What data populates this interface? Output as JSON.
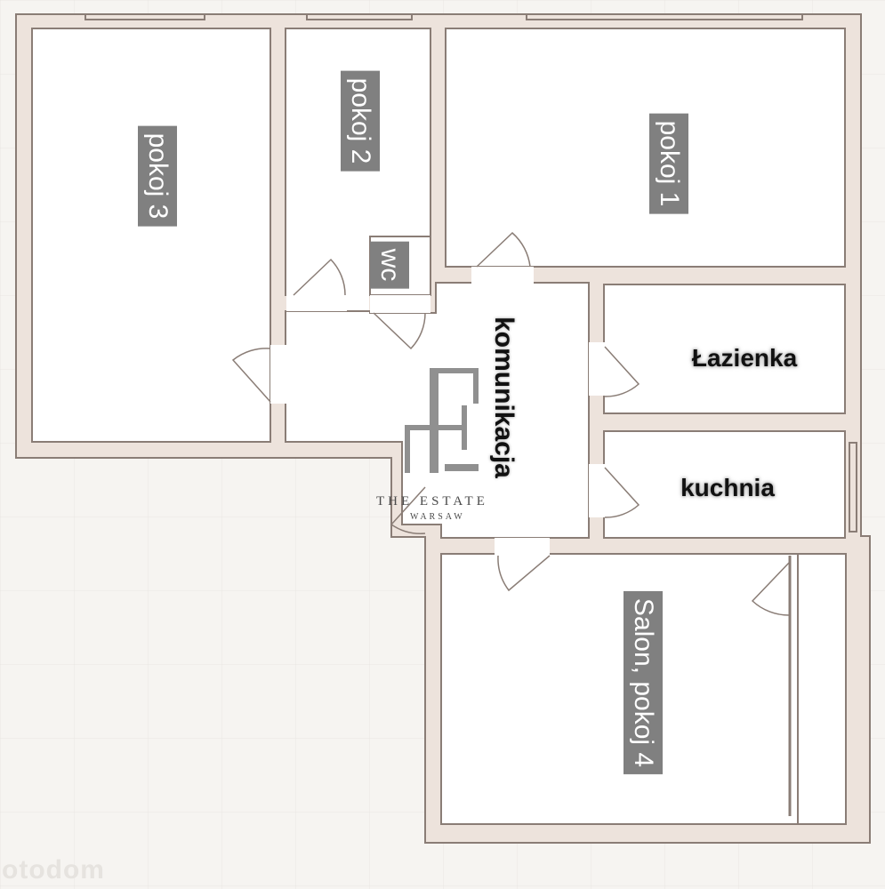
{
  "rooms": {
    "pokoj3": "pokoj 3",
    "pokoj2": "pokoj 2",
    "pokoj1": "pokoj 1",
    "wc": "wc",
    "komunikacja": "komunikacja",
    "lazienka": "Łazienka",
    "kuchnia": "kuchnia",
    "salon": "Salon, pokoj 4"
  },
  "logo": {
    "name": "THE ESTATE",
    "city": "WARSAW"
  },
  "watermark": "otodom",
  "colors": {
    "wall_fill": "#ede3dc",
    "wall_stroke": "#8a7d76",
    "floor": "#ffffff",
    "background": "#f6f4f1",
    "label_bg": "#808080"
  }
}
